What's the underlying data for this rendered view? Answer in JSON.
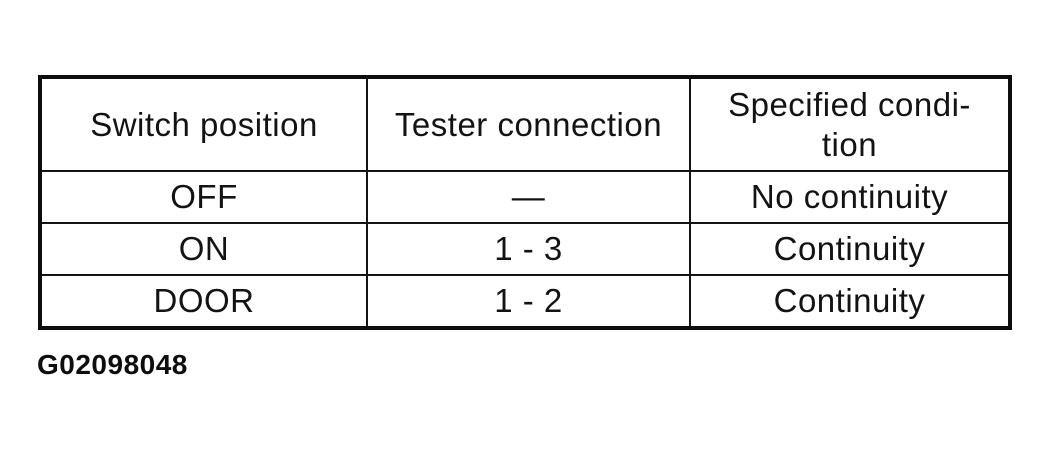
{
  "colors": {
    "ink": "#131313",
    "background": "#ffffff",
    "table_border": "#0d0d0d"
  },
  "table": {
    "headers": [
      "Switch position",
      "Tester connection",
      "Specified condi-\ntion"
    ],
    "rows": [
      [
        "OFF",
        "—",
        "No continuity"
      ],
      [
        "ON",
        "1 - 3",
        "Continuity"
      ],
      [
        "DOOR",
        "1 - 2",
        "Continuity"
      ]
    ]
  },
  "caption": "G02098048"
}
